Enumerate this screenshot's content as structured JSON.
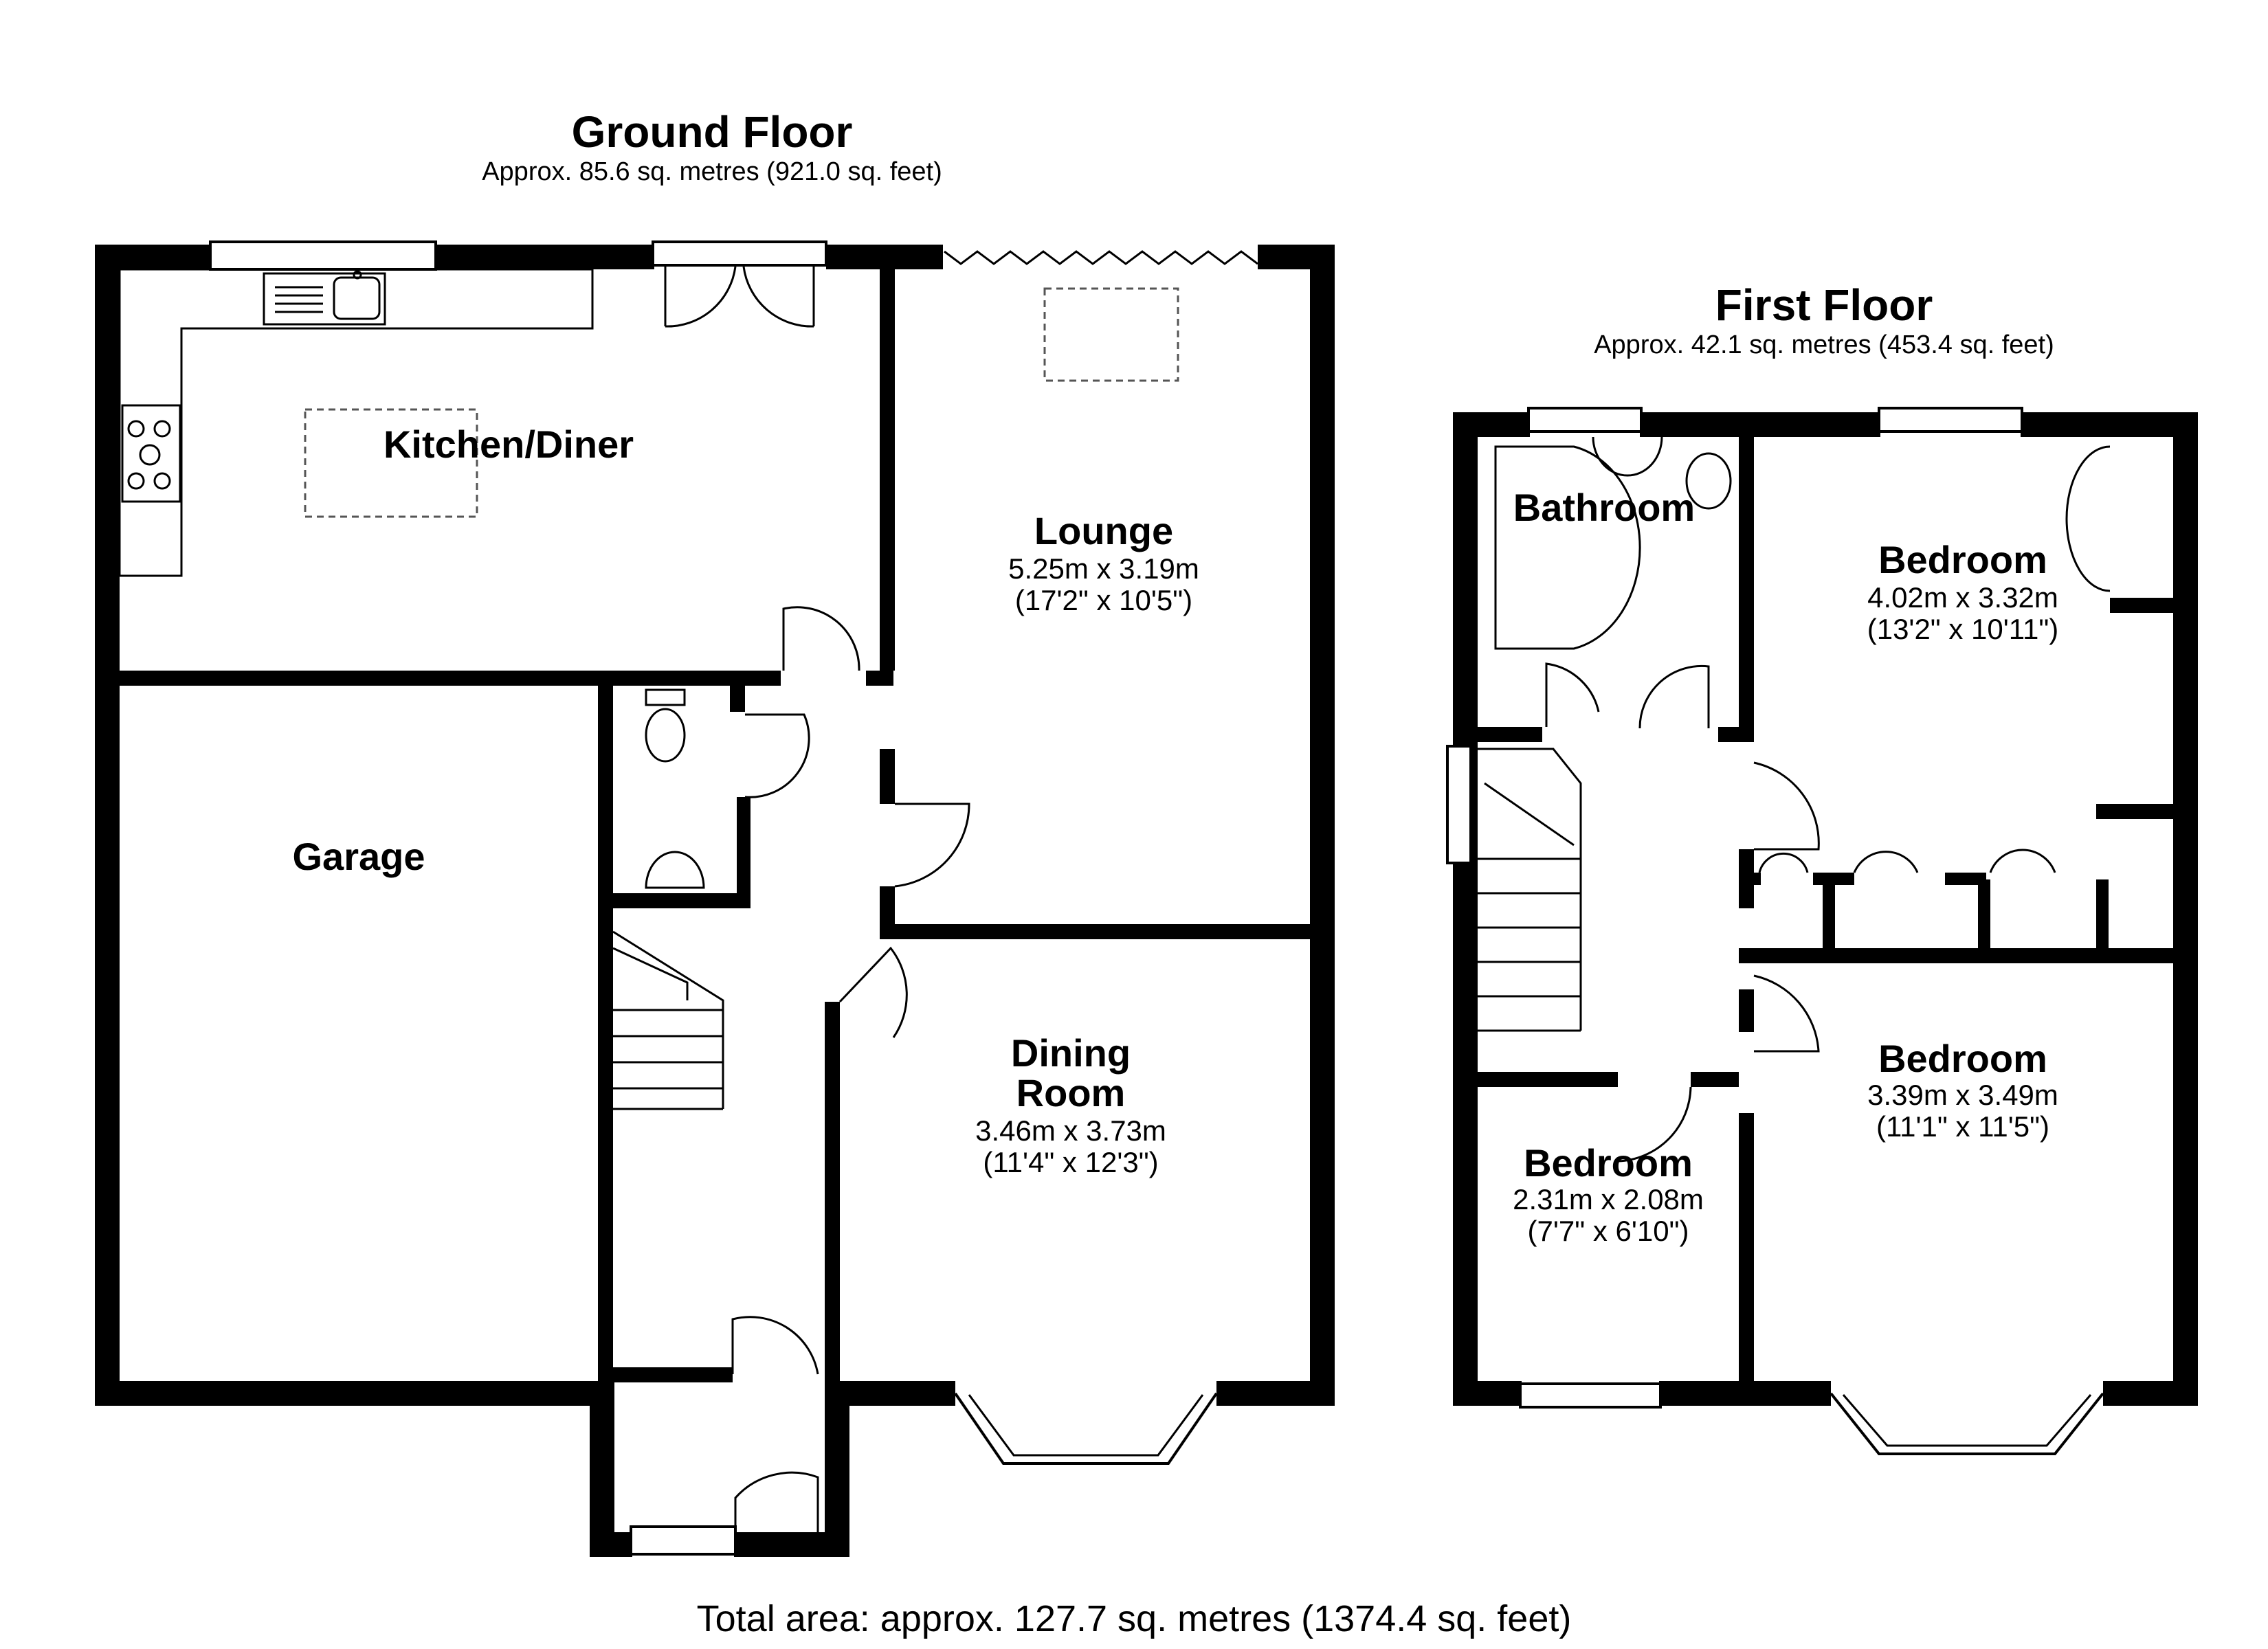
{
  "ground_floor": {
    "title": "Ground Floor",
    "area": "Approx. 85.6 sq. metres (921.0 sq. feet)",
    "rooms": {
      "kitchen": {
        "name": "Kitchen/Diner"
      },
      "garage": {
        "name": "Garage"
      },
      "lounge": {
        "name": "Lounge",
        "metric": "5.25m x 3.19m",
        "imperial": "(17'2\" x 10'5\")"
      },
      "dining": {
        "name_line1": "Dining",
        "name_line2": "Room",
        "metric": "3.46m x 3.73m",
        "imperial": "(11'4\" x 12'3\")"
      }
    }
  },
  "first_floor": {
    "title": "First Floor",
    "area": "Approx. 42.1 sq. metres (453.4 sq. feet)",
    "rooms": {
      "bathroom": {
        "name": "Bathroom"
      },
      "bedroom_1": {
        "name": "Bedroom",
        "metric": "4.02m x 3.32m",
        "imperial": "(13'2\" x 10'11\")"
      },
      "bedroom_2": {
        "name": "Bedroom",
        "metric": "3.39m x 3.49m",
        "imperial": "(11'1\" x 11'5\")"
      },
      "bedroom_3": {
        "name": "Bedroom",
        "metric": "2.31m x 2.08m",
        "imperial": "(7'7\" x 6'10\")"
      }
    }
  },
  "total_area": "Total area: approx. 127.7 sq. metres (1374.4 sq. feet)"
}
